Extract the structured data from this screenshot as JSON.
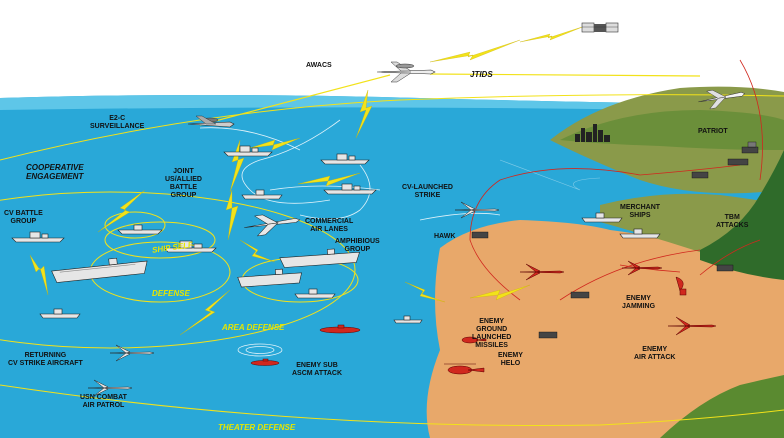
{
  "colors": {
    "sea": "#29a8d8",
    "sea_light": "#5ec6e8",
    "sky": "#ffffff",
    "land": "#e8a86a",
    "land_green": "#6b8f3a",
    "land_dark": "#2f6b2a",
    "hills": "#8a9a4a",
    "lightning": "#f2e21a",
    "ring": "#f2e21a",
    "enemy": "#d0281e",
    "ship": "#e6e6e6"
  },
  "labels": {
    "awacs": "AWACS",
    "jtids": "JTIDS",
    "e2c": [
      "E2-C",
      "SURVEILLANCE"
    ],
    "patriot": "PATRIOT",
    "coop": [
      "COOPERATIVE",
      "ENGAGEMENT"
    ],
    "joint": [
      "JOINT",
      "US/ALLIED",
      "BATTLE",
      "GROUP"
    ],
    "cv_battle": [
      "CV BATTLE",
      "GROUP"
    ],
    "cv_launched": [
      "CV-LAUNCHED",
      "STRIKE"
    ],
    "commercial": [
      "COMMERCIAL",
      "AIR LANES"
    ],
    "amphibious": [
      "AMPHIBIOUS",
      "GROUP"
    ],
    "merchant": [
      "MERCHANT",
      "SHIPS"
    ],
    "tbm": [
      "TBM",
      "ATTACKS"
    ],
    "hawk": "HAWK",
    "ship_self": "SHIP SELF",
    "defense": "DEFENSE",
    "enemy_jamming": [
      "ENEMY",
      "JAMMING"
    ],
    "area_defense": "AREA DEFENSE",
    "enemy_ground": [
      "ENEMY",
      "GROUND",
      "LAUNCHED",
      "MISSILES"
    ],
    "enemy_air": [
      "ENEMY",
      "AIR ATTACK"
    ],
    "returning": [
      "RETURNING",
      "CV STRIKE AIRCRAFT"
    ],
    "enemy_sub": [
      "ENEMY SUB",
      "ASCM ATTACK"
    ],
    "enemy_helo": [
      "ENEMY",
      "HELO"
    ],
    "usn_combat": [
      "USN COMBAT",
      "AIR PATROL"
    ],
    "theater_defense": "THEATER DEFENSE"
  },
  "icons": [
    "satellite-icon",
    "awacs-aircraft-icon",
    "e2c-aircraft-icon",
    "warship-icon",
    "aircraft-carrier-icon",
    "fighter-jet-icon",
    "airliner-icon",
    "city-skyline-icon",
    "patriot-launcher-icon",
    "missile-launcher-icon",
    "enemy-helicopter-icon",
    "enemy-submarine-icon",
    "enemy-jet-icon",
    "enemy-radar-icon",
    "lightning-datalink-icon"
  ]
}
